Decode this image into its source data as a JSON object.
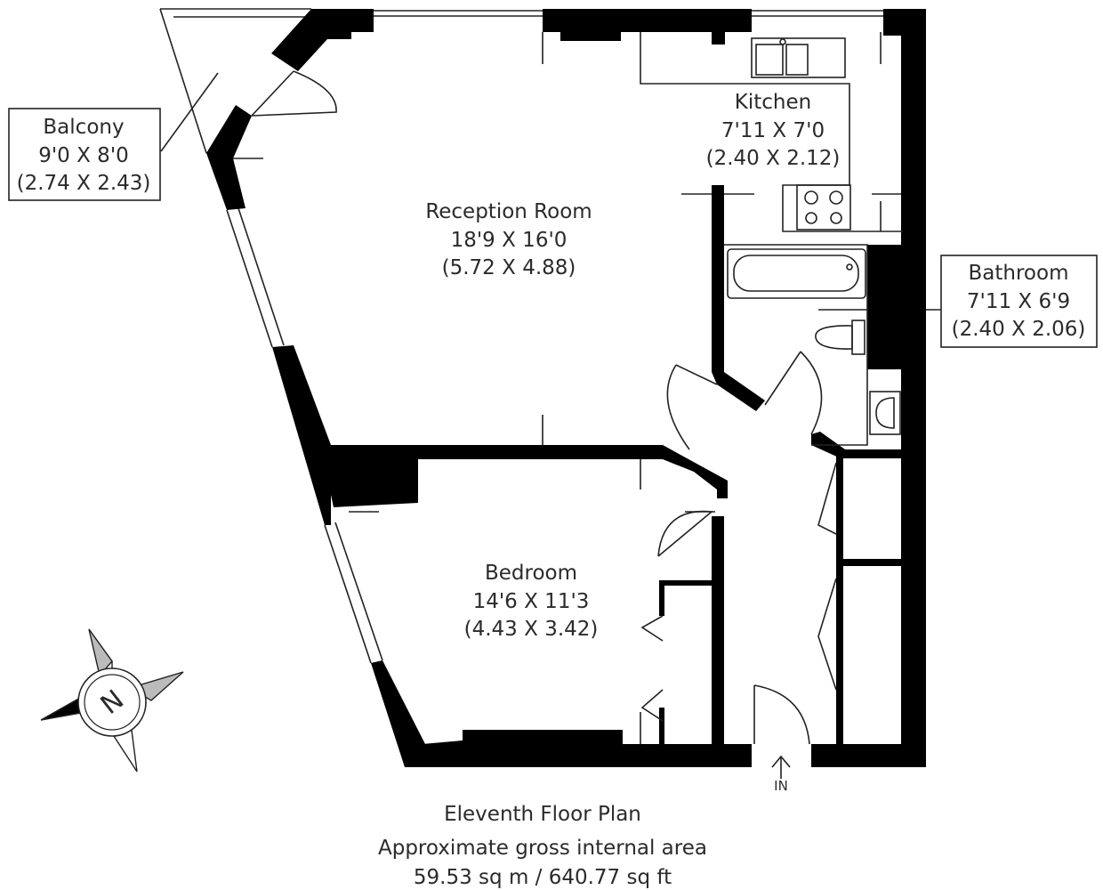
{
  "rooms": {
    "reception": {
      "name": "Reception Room",
      "imperial": "18'9 X 16'0",
      "metric": "(5.72 X 4.88)"
    },
    "kitchen": {
      "name": "Kitchen",
      "imperial": "7'11 X 7'0",
      "metric": "(2.40 X 2.12)"
    },
    "bedroom": {
      "name": "Bedroom",
      "imperial": "14'6 X 11'3",
      "metric": "(4.43 X 3.42)"
    },
    "balcony": {
      "name": "Balcony",
      "imperial": "9'0 X 8'0",
      "metric": "(2.74 X 2.43)"
    },
    "bathroom": {
      "name": "Bathroom",
      "imperial": "7'11 X 6'9",
      "metric": "(2.40 X 2.06)"
    }
  },
  "entrance": {
    "label": "IN"
  },
  "compass": {
    "letter": "N"
  },
  "footer": {
    "floor": "Eleventh Floor Plan",
    "area_label": "Approximate gross internal area",
    "area_value": "59.53 sq m / 640.77 sq ft"
  }
}
